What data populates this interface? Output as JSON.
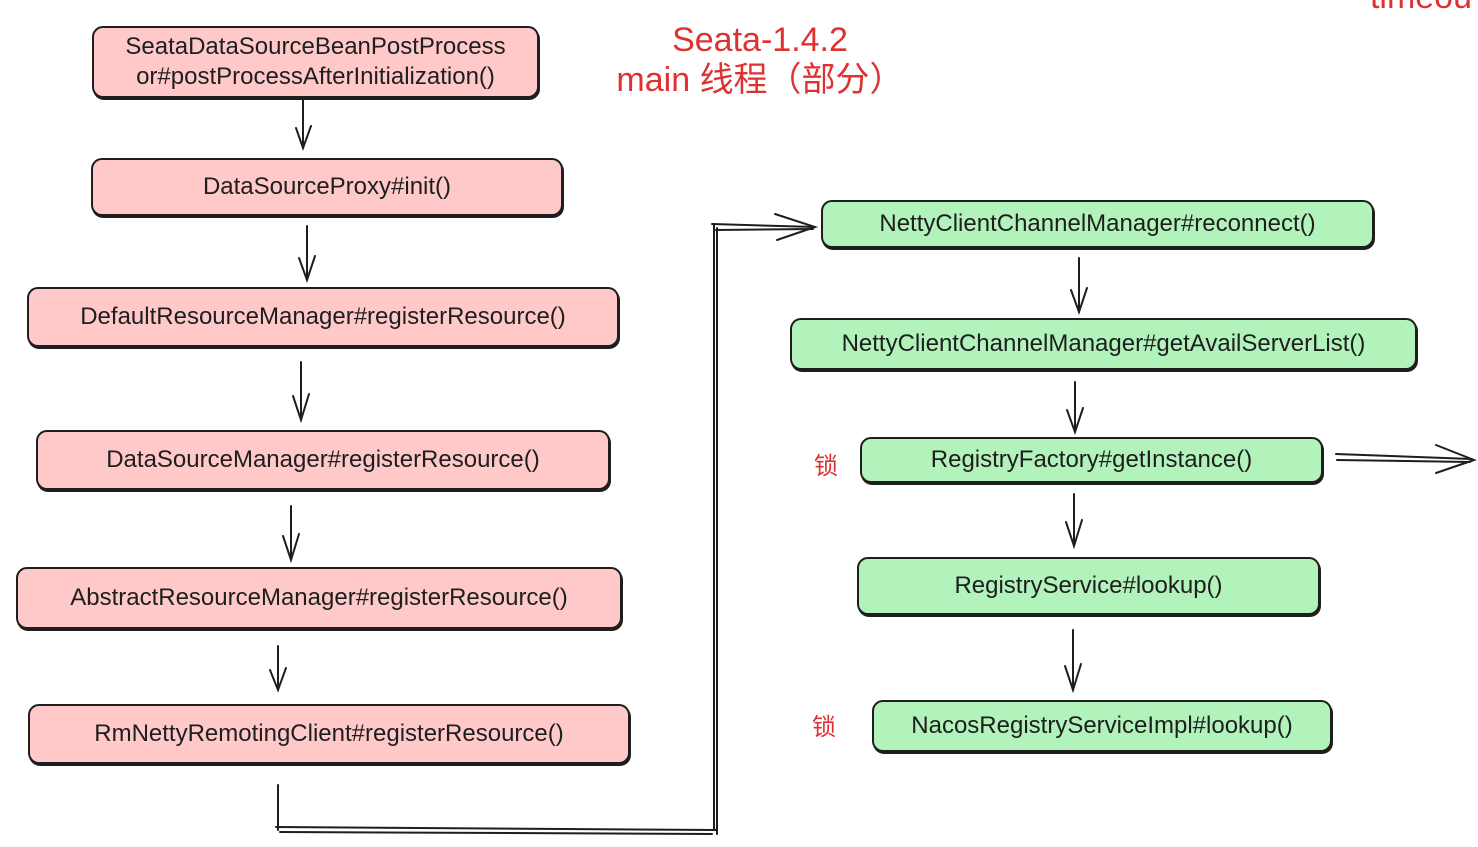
{
  "title": {
    "line1": "Seata-1.4.2",
    "line2": "main 线程（部分）"
  },
  "corner_text": "timeou",
  "lock_label": "锁",
  "left_column": [
    {
      "line1": "SeataDataSourceBeanPostProcess",
      "line2": "or#postProcessAfterInitialization()"
    },
    {
      "label": "DataSourceProxy#init()"
    },
    {
      "label": "DefaultResourceManager#registerResource()"
    },
    {
      "label": "DataSourceManager#registerResource()"
    },
    {
      "label": "AbstractResourceManager#registerResource()"
    },
    {
      "label": "RmNettyRemotingClient#registerResource()"
    }
  ],
  "right_column": [
    {
      "label": "NettyClientChannelManager#reconnect()"
    },
    {
      "label": "NettyClientChannelManager#getAvailServerList()"
    },
    {
      "label": "RegistryFactory#getInstance()"
    },
    {
      "label": "RegistryService#lookup()"
    },
    {
      "label": "NacosRegistryServiceImpl#lookup()"
    }
  ],
  "colors": {
    "pink": "#ffc9c9",
    "green": "#b2f2bb",
    "red": "#e03131",
    "stroke": "#1e1e1e"
  }
}
